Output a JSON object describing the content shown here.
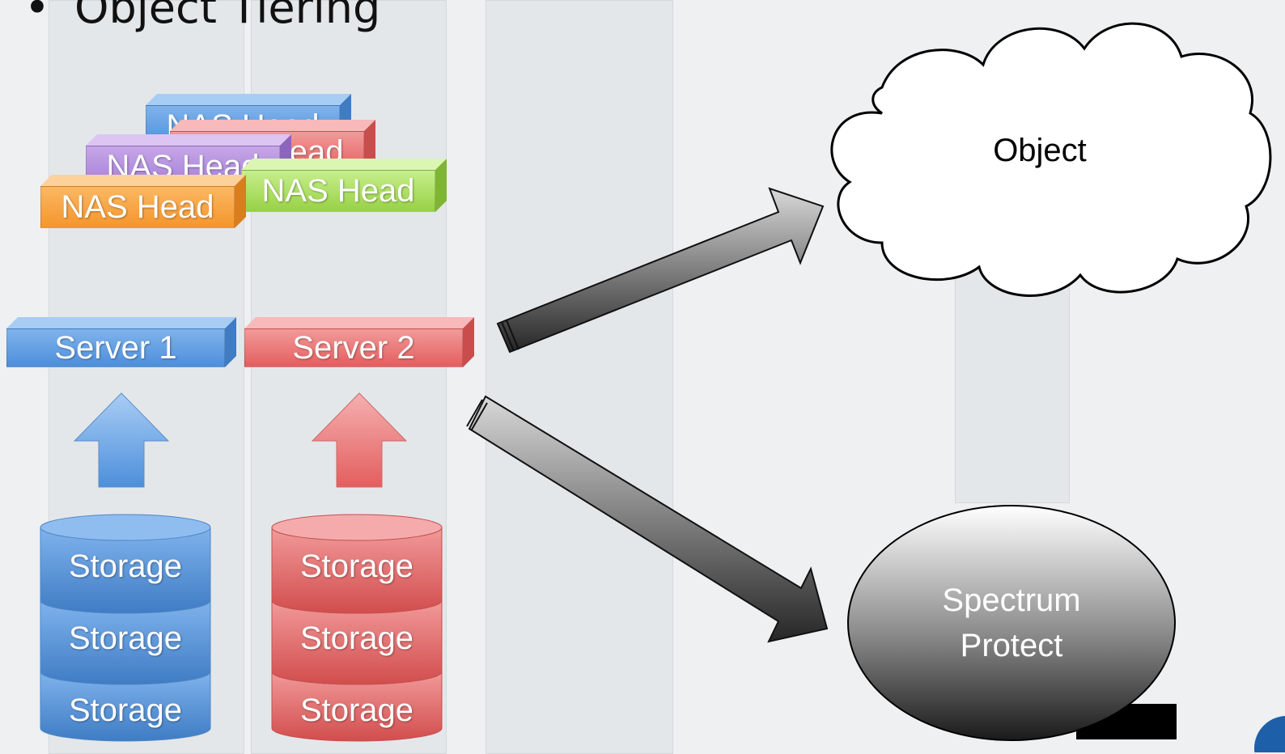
{
  "slide": {
    "bullet": "•",
    "title": "Object Tiering"
  },
  "nas_heads": [
    {
      "label": "NAS Head",
      "color": "blue"
    },
    {
      "label": "NAS Head",
      "color": "red"
    },
    {
      "label": "NAS Head",
      "color": "purple"
    },
    {
      "label": "NAS Head",
      "color": "green"
    },
    {
      "label": "NAS Head",
      "color": "orange"
    }
  ],
  "servers": [
    {
      "label": "Server 1",
      "color": "#4d8fdb"
    },
    {
      "label": "Server 2",
      "color": "#e45e5e"
    }
  ],
  "storage": {
    "server1": [
      "Storage",
      "Storage",
      "Storage"
    ],
    "server2": [
      "Storage",
      "Storage",
      "Storage"
    ]
  },
  "targets": {
    "object": "Object",
    "spectrum_protect_line1": "Spectrum",
    "spectrum_protect_line2": "Protect"
  },
  "colors": {
    "blue": "#4d8fdb",
    "red": "#e45e5e",
    "arrow_dark": "#333333"
  }
}
